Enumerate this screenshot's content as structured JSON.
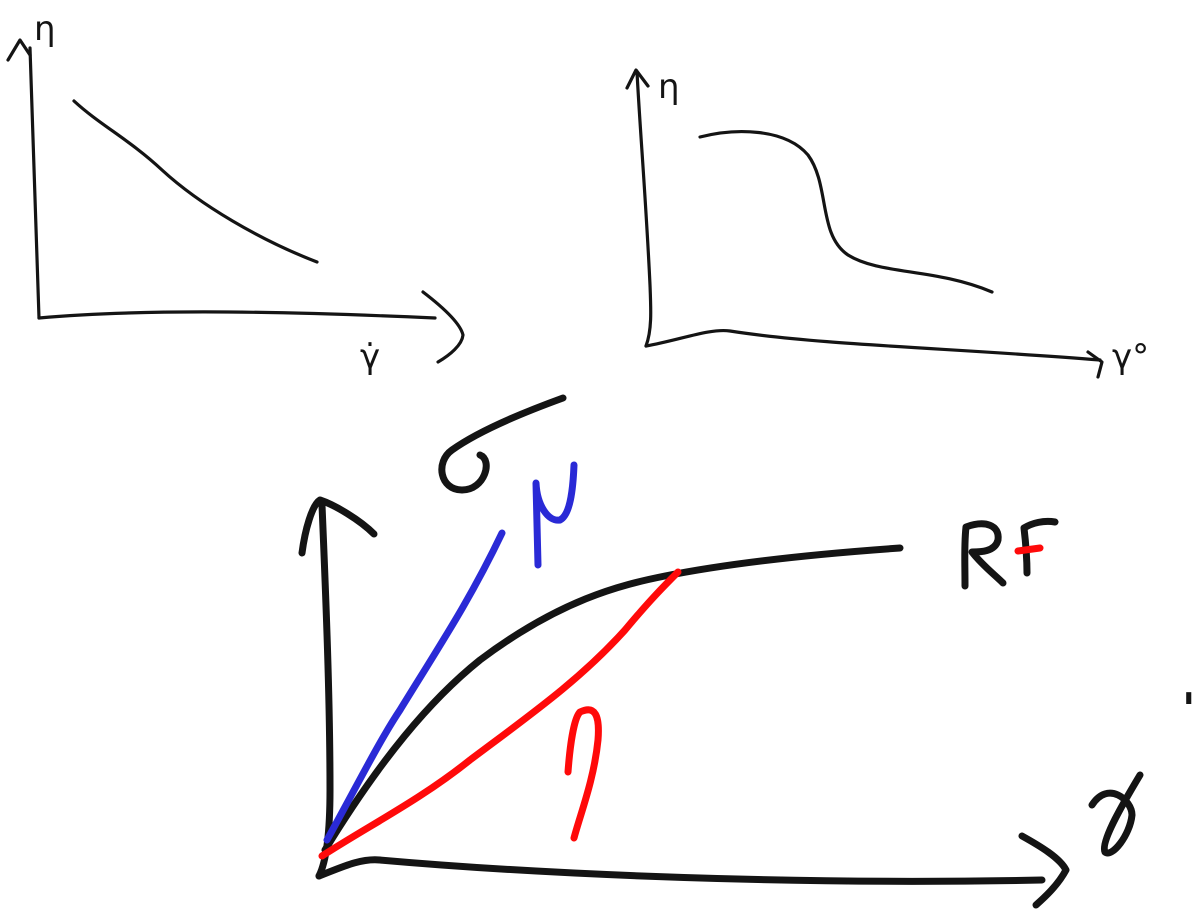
{
  "colors": {
    "ink": "#141414",
    "red": "#ff0a0a",
    "blue": "#2a2ad6"
  },
  "sketch_1": {
    "y_label": "η",
    "x_label": "γ̇"
  },
  "sketch_2": {
    "y_label": "η",
    "x_label": "γ°"
  },
  "sketch_3": {
    "y_label": "σ",
    "x_label": "γ",
    "x_label_mark": "'",
    "curve_label": "RF",
    "blue_label": "μ",
    "red_label": "η"
  }
}
